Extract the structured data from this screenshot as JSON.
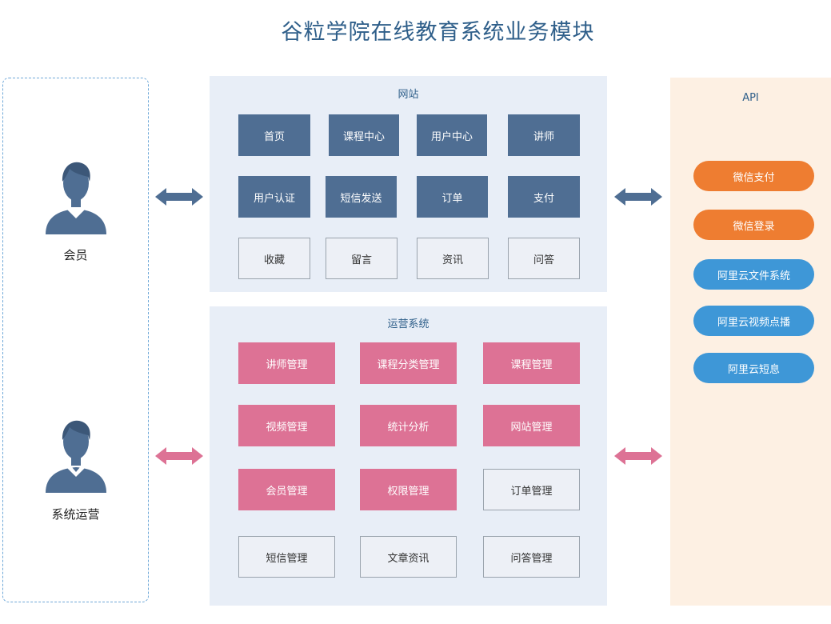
{
  "title": "谷粒学院在线教育系统业务模块",
  "actors": {
    "member": "会员",
    "operator": "系统运营"
  },
  "website": {
    "title": "网站",
    "modules": [
      "首页",
      "课程中心",
      "用户中心",
      "讲师",
      "用户认证",
      "短信发送",
      "订单",
      "支付",
      "收藏",
      "留言",
      "资讯",
      "问答"
    ]
  },
  "operations": {
    "title": "运营系统",
    "modules": [
      "讲师管理",
      "课程分类管理",
      "课程管理",
      "视频管理",
      "统计分析",
      "网站管理",
      "会员管理",
      "权限管理",
      "订单管理",
      "短信管理",
      "文章资讯",
      "问答管理"
    ]
  },
  "api": {
    "title": "API",
    "services": [
      "微信支付",
      "微信登录",
      "阿里云文件系统",
      "阿里云视频点播",
      "阿里云短息"
    ]
  },
  "colors": {
    "title": "#2f5f8a",
    "module_blue": "#4f6e93",
    "module_pink": "#dd7295",
    "module_gray": "#edf0f6",
    "api_orange": "#ee7d31",
    "api_blue": "#3e97d7",
    "panel_bg": "#e8eef7",
    "api_bg": "#fdf0e3",
    "arrow_blue": "#4f6e93",
    "arrow_pink": "#dd7295",
    "person": "#4f6e93"
  }
}
